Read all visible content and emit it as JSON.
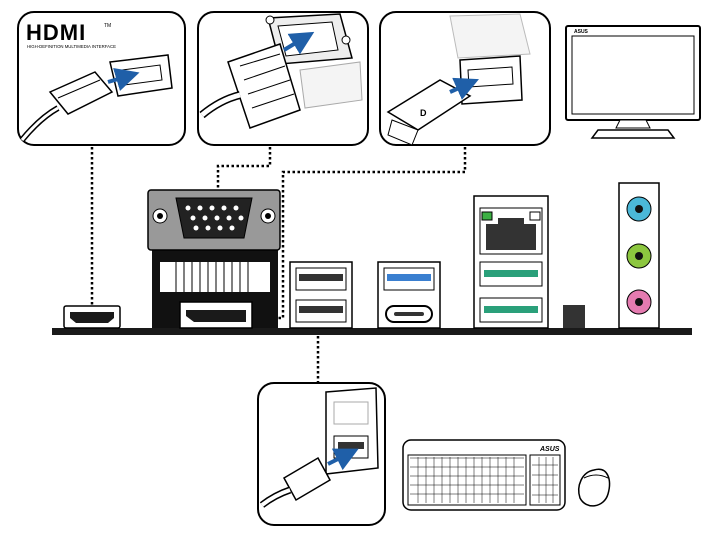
{
  "hdmi_callout": {
    "logo": "HDMI",
    "trademark": "TM",
    "tagline": "HIGH-DEFINITION MULTIMEDIA INTERFACE"
  },
  "monitor": {
    "brand": "ASUS"
  },
  "keyboard": {
    "brand": "ASUS"
  },
  "colors": {
    "arrow": "#1f5fa8",
    "usb3_blue": "#3a7fd0",
    "usb_green": "#2aa07a",
    "lan_led_green": "#3cb043",
    "lan_led_orange": "#f2a900",
    "audio_line_in": "#4bb8d8",
    "audio_line_out": "#8cc63f",
    "audio_mic": "#e57bb0",
    "panel": "#1a1a1a"
  },
  "icons": [
    "hdmi-plug-icon",
    "vga-plug-icon",
    "displayport-plug-icon",
    "monitor-icon",
    "usb-plug-icon",
    "keyboard-icon",
    "mouse-icon"
  ]
}
